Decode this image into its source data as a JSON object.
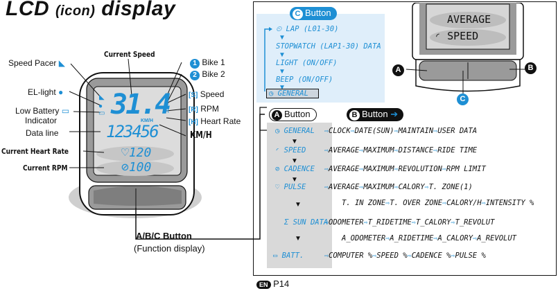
{
  "title": {
    "main": "LCD",
    "small": "(icon)",
    "rest": "display"
  },
  "left_labels": {
    "speed_pacer": "Speed Pacer",
    "el_light": "EL-light",
    "low_battery_line1": "Low Battery",
    "low_battery_line2": "Indicator",
    "data_line": "Data line",
    "current_heart_rate": "Current Heart Rate",
    "current_rpm": "Current RPM",
    "current_speed": "Current Speed",
    "km_h": "KM/H"
  },
  "right_labels": {
    "bike1_num": "1",
    "bike1": "Bike 1",
    "bike2_num": "2",
    "bike2": "Bike 2",
    "speed": "Speed",
    "rpm": "RPM",
    "heart_rate": "Heart Rate"
  },
  "lcd": {
    "speed_value": "31.4",
    "km_unit": "KM/H",
    "data_value": "123456",
    "heart_value": "120",
    "rpm_value": "100"
  },
  "abc": {
    "label": "A/B/C Button",
    "sub": "(Function display)"
  },
  "c_menu": {
    "button_key": "C",
    "button_label": "Button",
    "items": [
      "LAP (L01-30)",
      "STOPWATCH (LAP1-30) DATA",
      "LIGHT (ON/OFF)",
      "BEEP (ON/OFF)",
      "GENERAL"
    ]
  },
  "zoom": {
    "line1": "AVERAGE",
    "line2": "SPEED",
    "a": "A",
    "b": "B",
    "c": "C"
  },
  "a_button": {
    "key": "A",
    "label": "Button"
  },
  "b_button": {
    "key": "B",
    "label": "Button"
  },
  "rows": [
    {
      "mode": "GENERAL",
      "chain": [
        "CLOCK",
        "DATE(SUN)",
        "MAINTAIN",
        "USER DATA"
      ]
    },
    {
      "mode": "SPEED",
      "chain": [
        "AVERAGE",
        "MAXIMUM",
        "DISTANCE",
        "RIDE TIME"
      ]
    },
    {
      "mode": "CADENCE",
      "chain": [
        "AVERAGE",
        "MAXIMUM",
        "REVOLUTION",
        "RPM LIMIT"
      ]
    },
    {
      "mode": "PULSE",
      "chain": [
        "AVERAGE",
        "MAXIMUM",
        "CALORY",
        "T. ZONE(1)"
      ],
      "chain2": [
        "T. IN ZONE",
        "T. OVER ZONE",
        "CALORY/H",
        "INTENSITY %"
      ]
    },
    {
      "mode": "SUN DATA",
      "chain": [
        "ODOMETER",
        "T_RIDETIME",
        "T_CALORY",
        "T_REVOLUT"
      ],
      "chain2": [
        "A_ODOMETER",
        "A_RIDETIME",
        "A_CALORY",
        "A_REVOLUT"
      ]
    },
    {
      "mode": "BATT.",
      "chain": [
        "COMPUTER %",
        "SPEED %",
        "CADENCE %",
        "PULSE %"
      ]
    }
  ],
  "footer": {
    "lang": "EN",
    "page": "P14"
  },
  "colors": {
    "accent": "#1e8fd4",
    "panel": "#dfeefa",
    "grey": "#d9d9d9"
  }
}
